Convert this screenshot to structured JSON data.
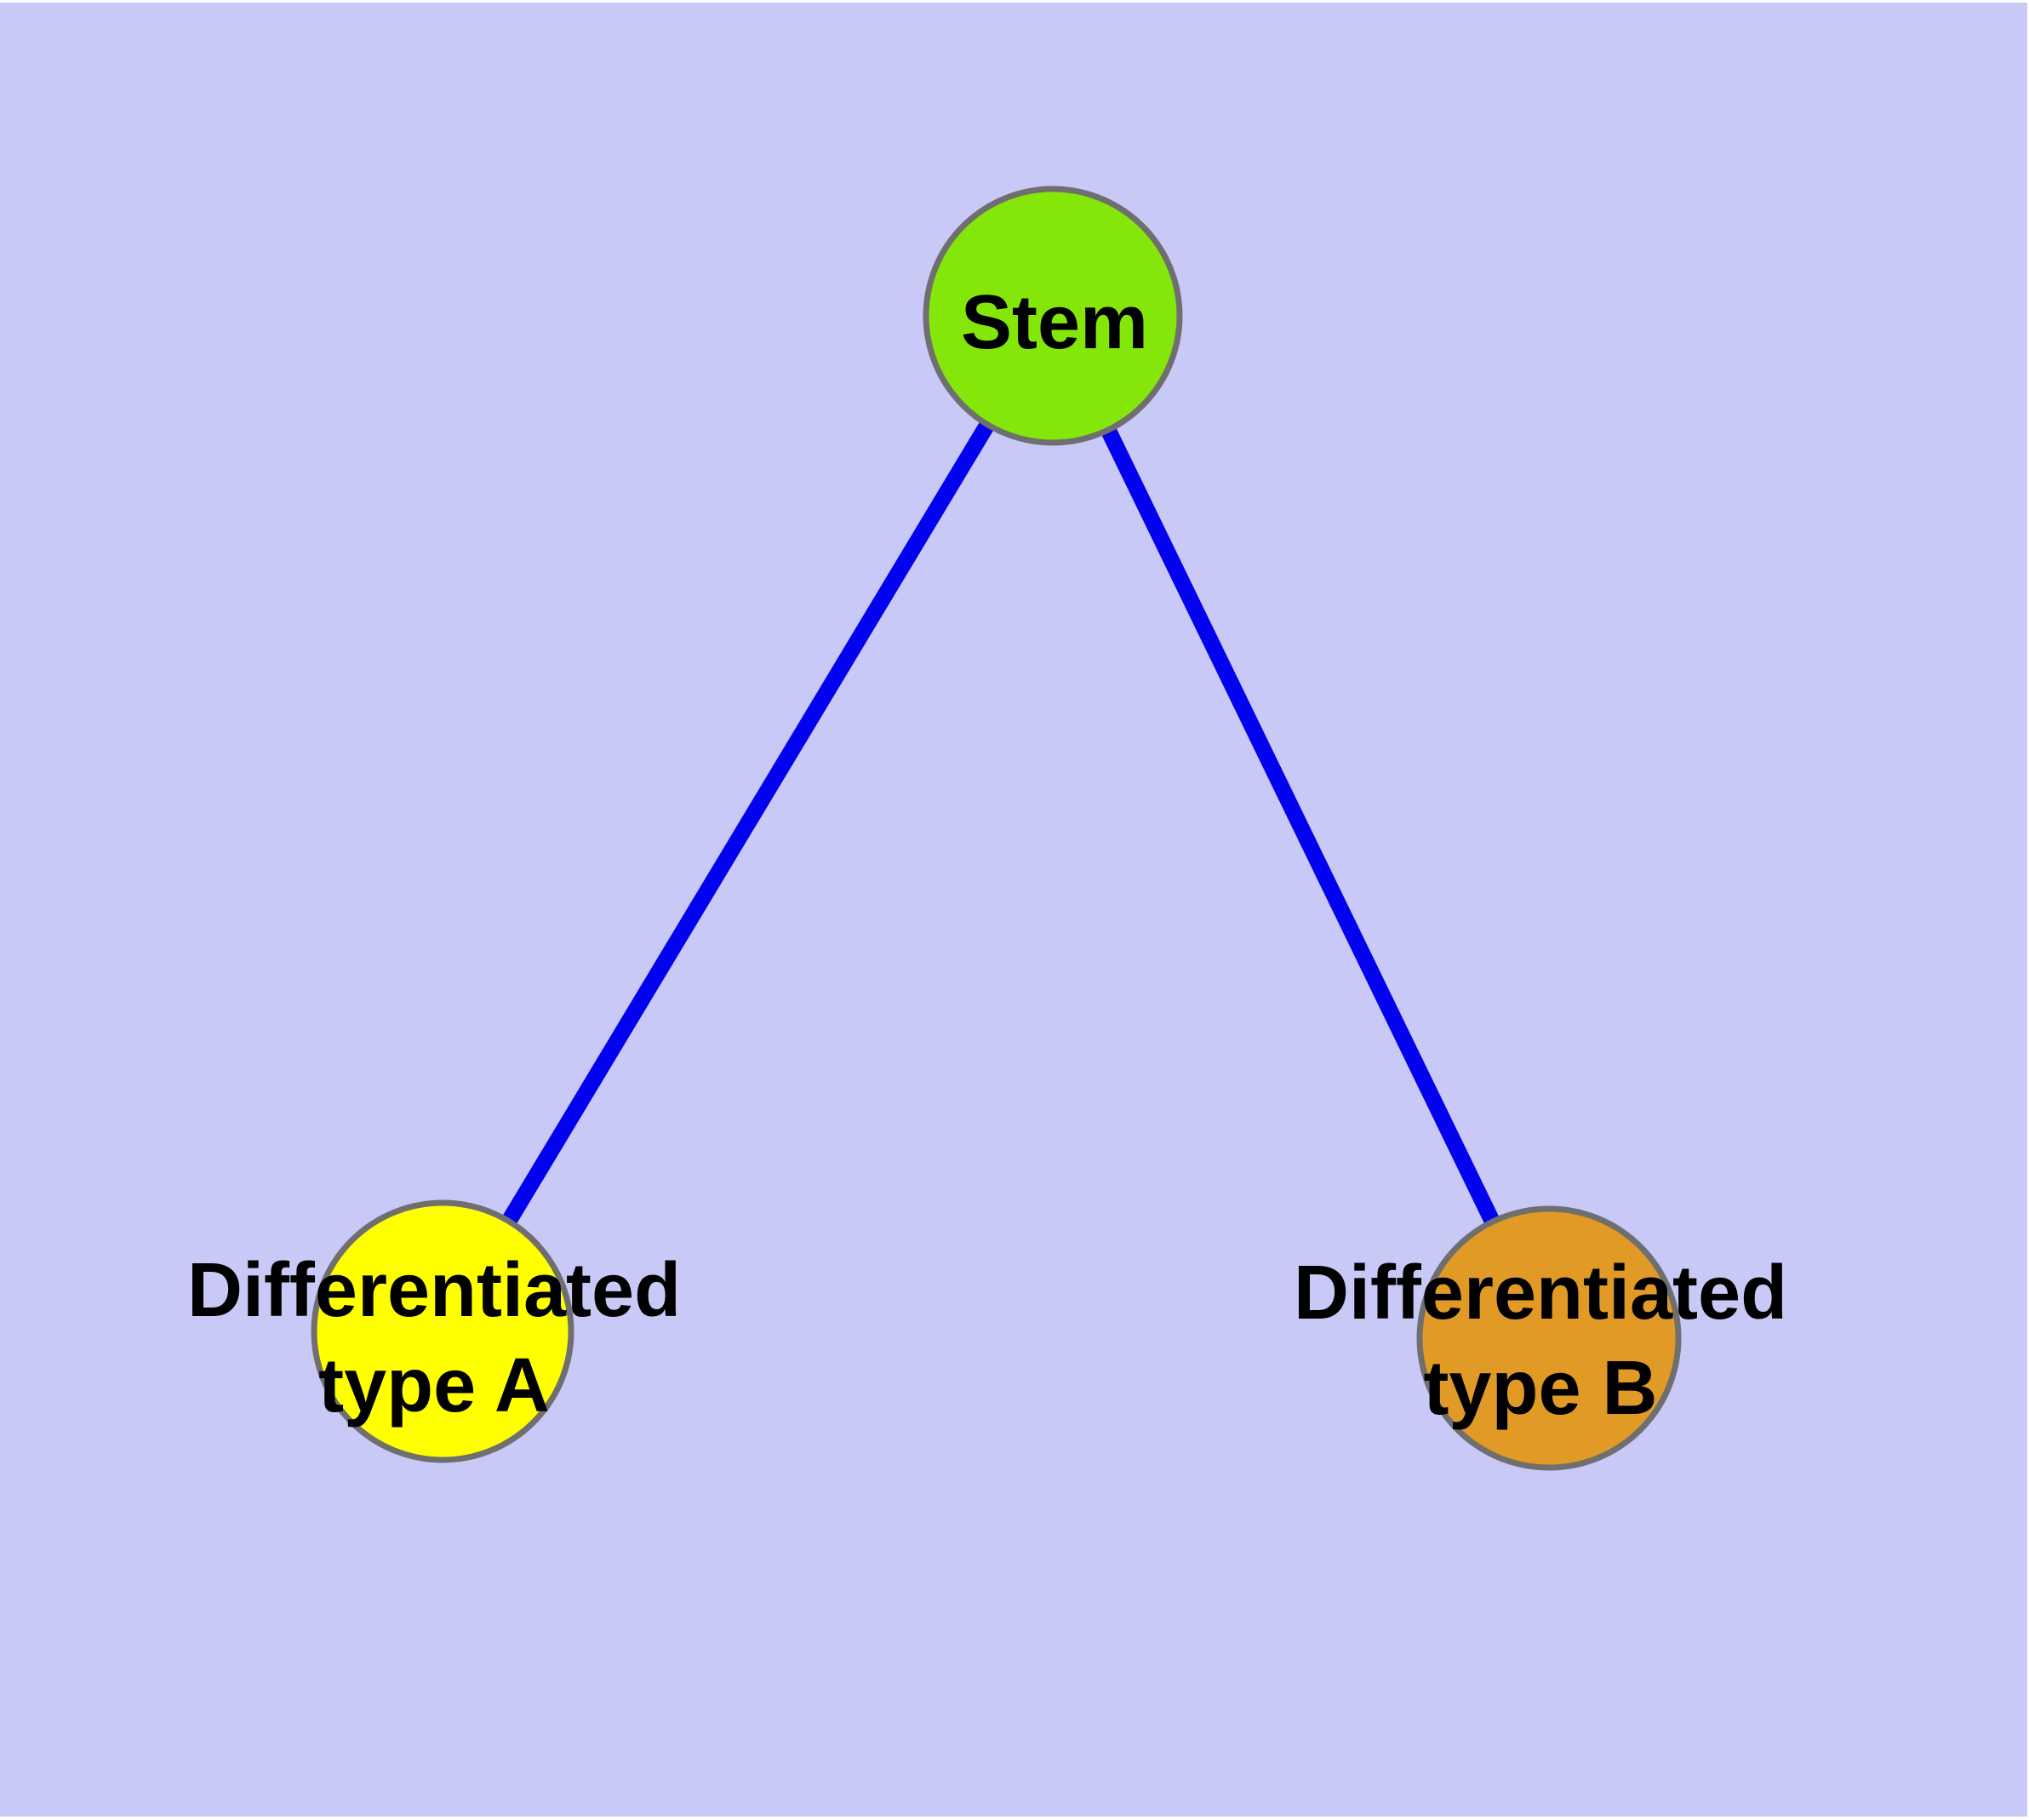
{
  "diagram": {
    "background_color": "#c9c9f7",
    "frame_color": "#ffffff",
    "edge_color": "#0202ee",
    "node_border_color": "#6f6f6f",
    "label_color": "#000000",
    "nodes": {
      "stem": {
        "label": "Stem",
        "fill": "#85e709"
      },
      "type_a": {
        "line1": "Differentiated",
        "line2": "type A",
        "fill": "#ffff00"
      },
      "type_b": {
        "line1": "Differentiated",
        "line2": "type B",
        "fill": "#e09a25"
      }
    },
    "edges": [
      {
        "from": "Stem",
        "to": "Differentiated type A"
      },
      {
        "from": "Stem",
        "to": "Differentiated type B"
      }
    ]
  }
}
